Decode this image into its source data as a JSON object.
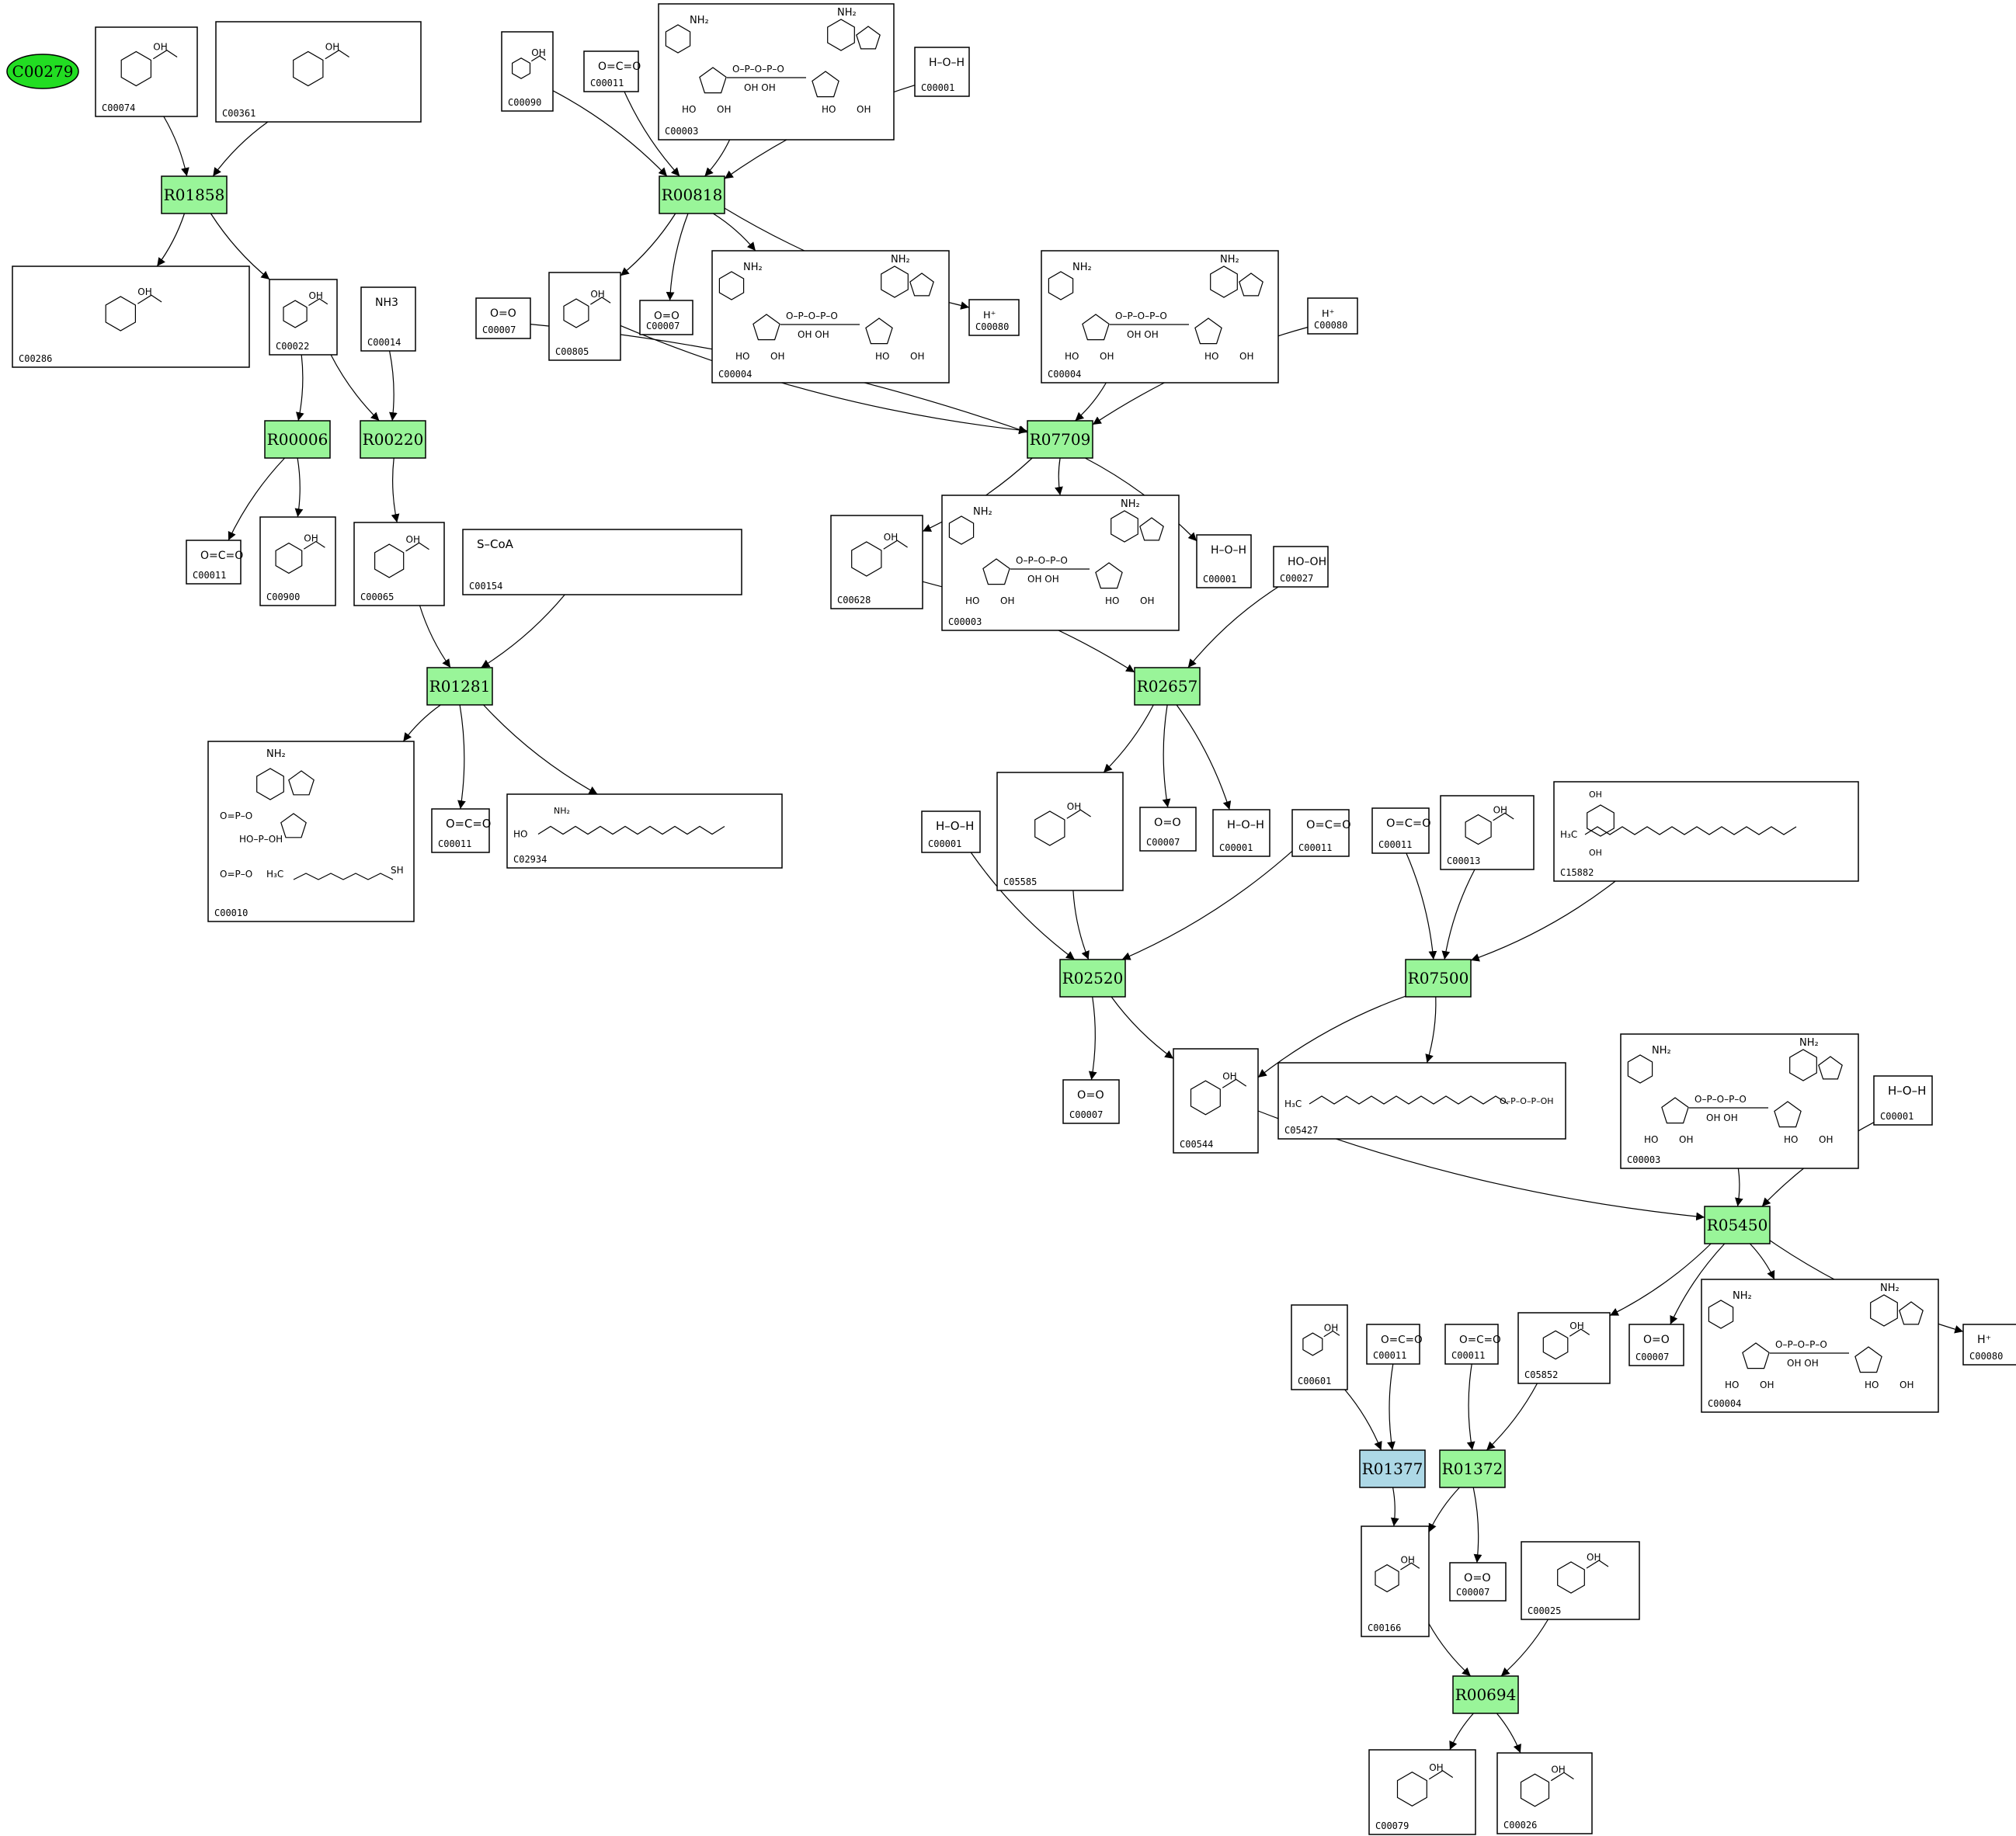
{
  "start_node": {
    "id": "C00279",
    "color": "#22dd22"
  },
  "colors": {
    "reaction": "#99f599",
    "reaction_alt": "#add8e6",
    "edge": "#000000"
  },
  "reactions": [
    {
      "id": "R01858",
      "color": "#99f599"
    },
    {
      "id": "R00818",
      "color": "#99f599"
    },
    {
      "id": "R00006",
      "color": "#99f599"
    },
    {
      "id": "R00220",
      "color": "#99f599"
    },
    {
      "id": "R07709",
      "color": "#99f599"
    },
    {
      "id": "R01281",
      "color": "#99f599"
    },
    {
      "id": "R02657",
      "color": "#99f599"
    },
    {
      "id": "R02520",
      "color": "#99f599"
    },
    {
      "id": "R07500",
      "color": "#99f599"
    },
    {
      "id": "R05450",
      "color": "#99f599"
    },
    {
      "id": "R01377",
      "color": "#add8e6"
    },
    {
      "id": "R01372",
      "color": "#99f599"
    },
    {
      "id": "R00694",
      "color": "#99f599"
    }
  ],
  "compounds": [
    {
      "id": "C00074",
      "formula": ""
    },
    {
      "id": "C00361",
      "formula": ""
    },
    {
      "id": "C00090",
      "formula": ""
    },
    {
      "id": "C00011",
      "formula": "O=C=O"
    },
    {
      "id": "C00003",
      "formula": ""
    },
    {
      "id": "C00001",
      "formula": "H–O–H"
    },
    {
      "id": "C00286",
      "formula": ""
    },
    {
      "id": "C00022",
      "formula": ""
    },
    {
      "id": "C00014",
      "formula": "NH3"
    },
    {
      "id": "C00007",
      "formula": "O=O"
    },
    {
      "id": "C00805",
      "formula": ""
    },
    {
      "id": "C00007",
      "formula": "O=O"
    },
    {
      "id": "C00004",
      "formula": ""
    },
    {
      "id": "C00080",
      "formula": "H⁺"
    },
    {
      "id": "C00004",
      "formula": ""
    },
    {
      "id": "C00080",
      "formula": "H⁺"
    },
    {
      "id": "C00011",
      "formula": "O=C=O"
    },
    {
      "id": "C00900",
      "formula": ""
    },
    {
      "id": "C00065",
      "formula": ""
    },
    {
      "id": "C00154",
      "formula": "S–CoA"
    },
    {
      "id": "C00628",
      "formula": ""
    },
    {
      "id": "C00003",
      "formula": ""
    },
    {
      "id": "C00001",
      "formula": "H–O–H"
    },
    {
      "id": "C00027",
      "formula": "HO–OH"
    },
    {
      "id": "C00010",
      "formula": ""
    },
    {
      "id": "C00011",
      "formula": "O=C=O"
    },
    {
      "id": "C02934",
      "formula": ""
    },
    {
      "id": "C05585",
      "formula": ""
    },
    {
      "id": "C00007",
      "formula": "O=O"
    },
    {
      "id": "C00001",
      "formula": "H–O–H"
    },
    {
      "id": "C00011",
      "formula": "O=C=O"
    },
    {
      "id": "C00001",
      "formula": "H–O–H"
    },
    {
      "id": "C00011",
      "formula": "O=C=O"
    },
    {
      "id": "C00013",
      "formula": ""
    },
    {
      "id": "C15882",
      "formula": ""
    },
    {
      "id": "C00007",
      "formula": "O=O"
    },
    {
      "id": "C00544",
      "formula": ""
    },
    {
      "id": "C05427",
      "formula": ""
    },
    {
      "id": "C00003",
      "formula": ""
    },
    {
      "id": "C00001",
      "formula": "H–O–H"
    },
    {
      "id": "C00601",
      "formula": ""
    },
    {
      "id": "C00011",
      "formula": "O=C=O"
    },
    {
      "id": "C00011",
      "formula": "O=C=O"
    },
    {
      "id": "C05852",
      "formula": ""
    },
    {
      "id": "C00007",
      "formula": "O=O"
    },
    {
      "id": "C00004",
      "formula": ""
    },
    {
      "id": "C00080",
      "formula": "H⁺"
    },
    {
      "id": "C00166",
      "formula": ""
    },
    {
      "id": "C00007",
      "formula": "O=O"
    },
    {
      "id": "C00025",
      "formula": ""
    },
    {
      "id": "C00079",
      "formula": ""
    },
    {
      "id": "C00026",
      "formula": ""
    }
  ],
  "edges": [
    [
      "c0",
      "r0"
    ],
    [
      "c1",
      "r0"
    ],
    [
      "r0",
      "c6"
    ],
    [
      "r0",
      "c7"
    ],
    [
      "c2",
      "r1"
    ],
    [
      "c3",
      "r1"
    ],
    [
      "c4",
      "r1"
    ],
    [
      "c5",
      "r1"
    ],
    [
      "r1",
      "c10"
    ],
    [
      "r1",
      "c11"
    ],
    [
      "r1",
      "c12"
    ],
    [
      "r1",
      "c13"
    ],
    [
      "c7",
      "r2"
    ],
    [
      "c7",
      "r3"
    ],
    [
      "c8",
      "r3"
    ],
    [
      "r2",
      "c16"
    ],
    [
      "r2",
      "c17"
    ],
    [
      "r3",
      "c18"
    ],
    [
      "c9",
      "r4"
    ],
    [
      "c10",
      "r4"
    ],
    [
      "c14",
      "r4"
    ],
    [
      "c15",
      "r4"
    ],
    [
      "r4",
      "c20"
    ],
    [
      "r4",
      "c21"
    ],
    [
      "r4",
      "c22"
    ],
    [
      "c18",
      "r5"
    ],
    [
      "c19",
      "r5"
    ],
    [
      "r5",
      "c24"
    ],
    [
      "r5",
      "c25"
    ],
    [
      "r5",
      "c26"
    ],
    [
      "c20",
      "r6"
    ],
    [
      "c23",
      "r6"
    ],
    [
      "r6",
      "c27"
    ],
    [
      "r6",
      "c28"
    ],
    [
      "r6",
      "c29"
    ],
    [
      "c27",
      "r7"
    ],
    [
      "c30",
      "r7"
    ],
    [
      "c31",
      "r7"
    ],
    [
      "r7",
      "c35"
    ],
    [
      "r7",
      "c36"
    ],
    [
      "c32",
      "r8"
    ],
    [
      "c33",
      "r8"
    ],
    [
      "c34",
      "r8"
    ],
    [
      "r8",
      "c36"
    ],
    [
      "r8",
      "c37"
    ],
    [
      "c36",
      "r9"
    ],
    [
      "c38",
      "r9"
    ],
    [
      "c39",
      "r9"
    ],
    [
      "r9",
      "c43"
    ],
    [
      "r9",
      "c44"
    ],
    [
      "r9",
      "c45"
    ],
    [
      "r9",
      "c46"
    ],
    [
      "c40",
      "r10"
    ],
    [
      "c41",
      "r10"
    ],
    [
      "r10",
      "c47"
    ],
    [
      "c42",
      "r11"
    ],
    [
      "c43",
      "r11"
    ],
    [
      "r11",
      "c47"
    ],
    [
      "r11",
      "c48"
    ],
    [
      "c47",
      "r12"
    ],
    [
      "c49",
      "r12"
    ],
    [
      "r12",
      "c50"
    ],
    [
      "r12",
      "c51"
    ]
  ]
}
